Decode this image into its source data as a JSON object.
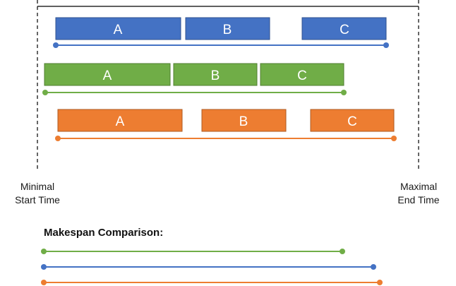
{
  "colors": {
    "blue": "#4472C4",
    "blue_border": "#2F528F",
    "green": "#70AD47",
    "green_border": "#507E32",
    "orange": "#ED7D31",
    "orange_border": "#AE5A21",
    "frame": "#000000"
  },
  "schedules": [
    {
      "color": "blue",
      "tasks": [
        {
          "label": "A"
        },
        {
          "label": "B"
        },
        {
          "label": "C"
        }
      ]
    },
    {
      "color": "green",
      "tasks": [
        {
          "label": "A"
        },
        {
          "label": "B"
        },
        {
          "label": "C"
        }
      ]
    },
    {
      "color": "orange",
      "tasks": [
        {
          "label": "A"
        },
        {
          "label": "B"
        },
        {
          "label": "C"
        }
      ]
    }
  ],
  "boundaries": {
    "minimal_start_line1": "Minimal",
    "minimal_start_line2": "Start Time",
    "maximal_end_line1": "Maximal",
    "maximal_end_line2": "End Time"
  },
  "comparison": {
    "title": "Makespan Comparison:",
    "order": [
      "green",
      "blue",
      "orange"
    ]
  }
}
